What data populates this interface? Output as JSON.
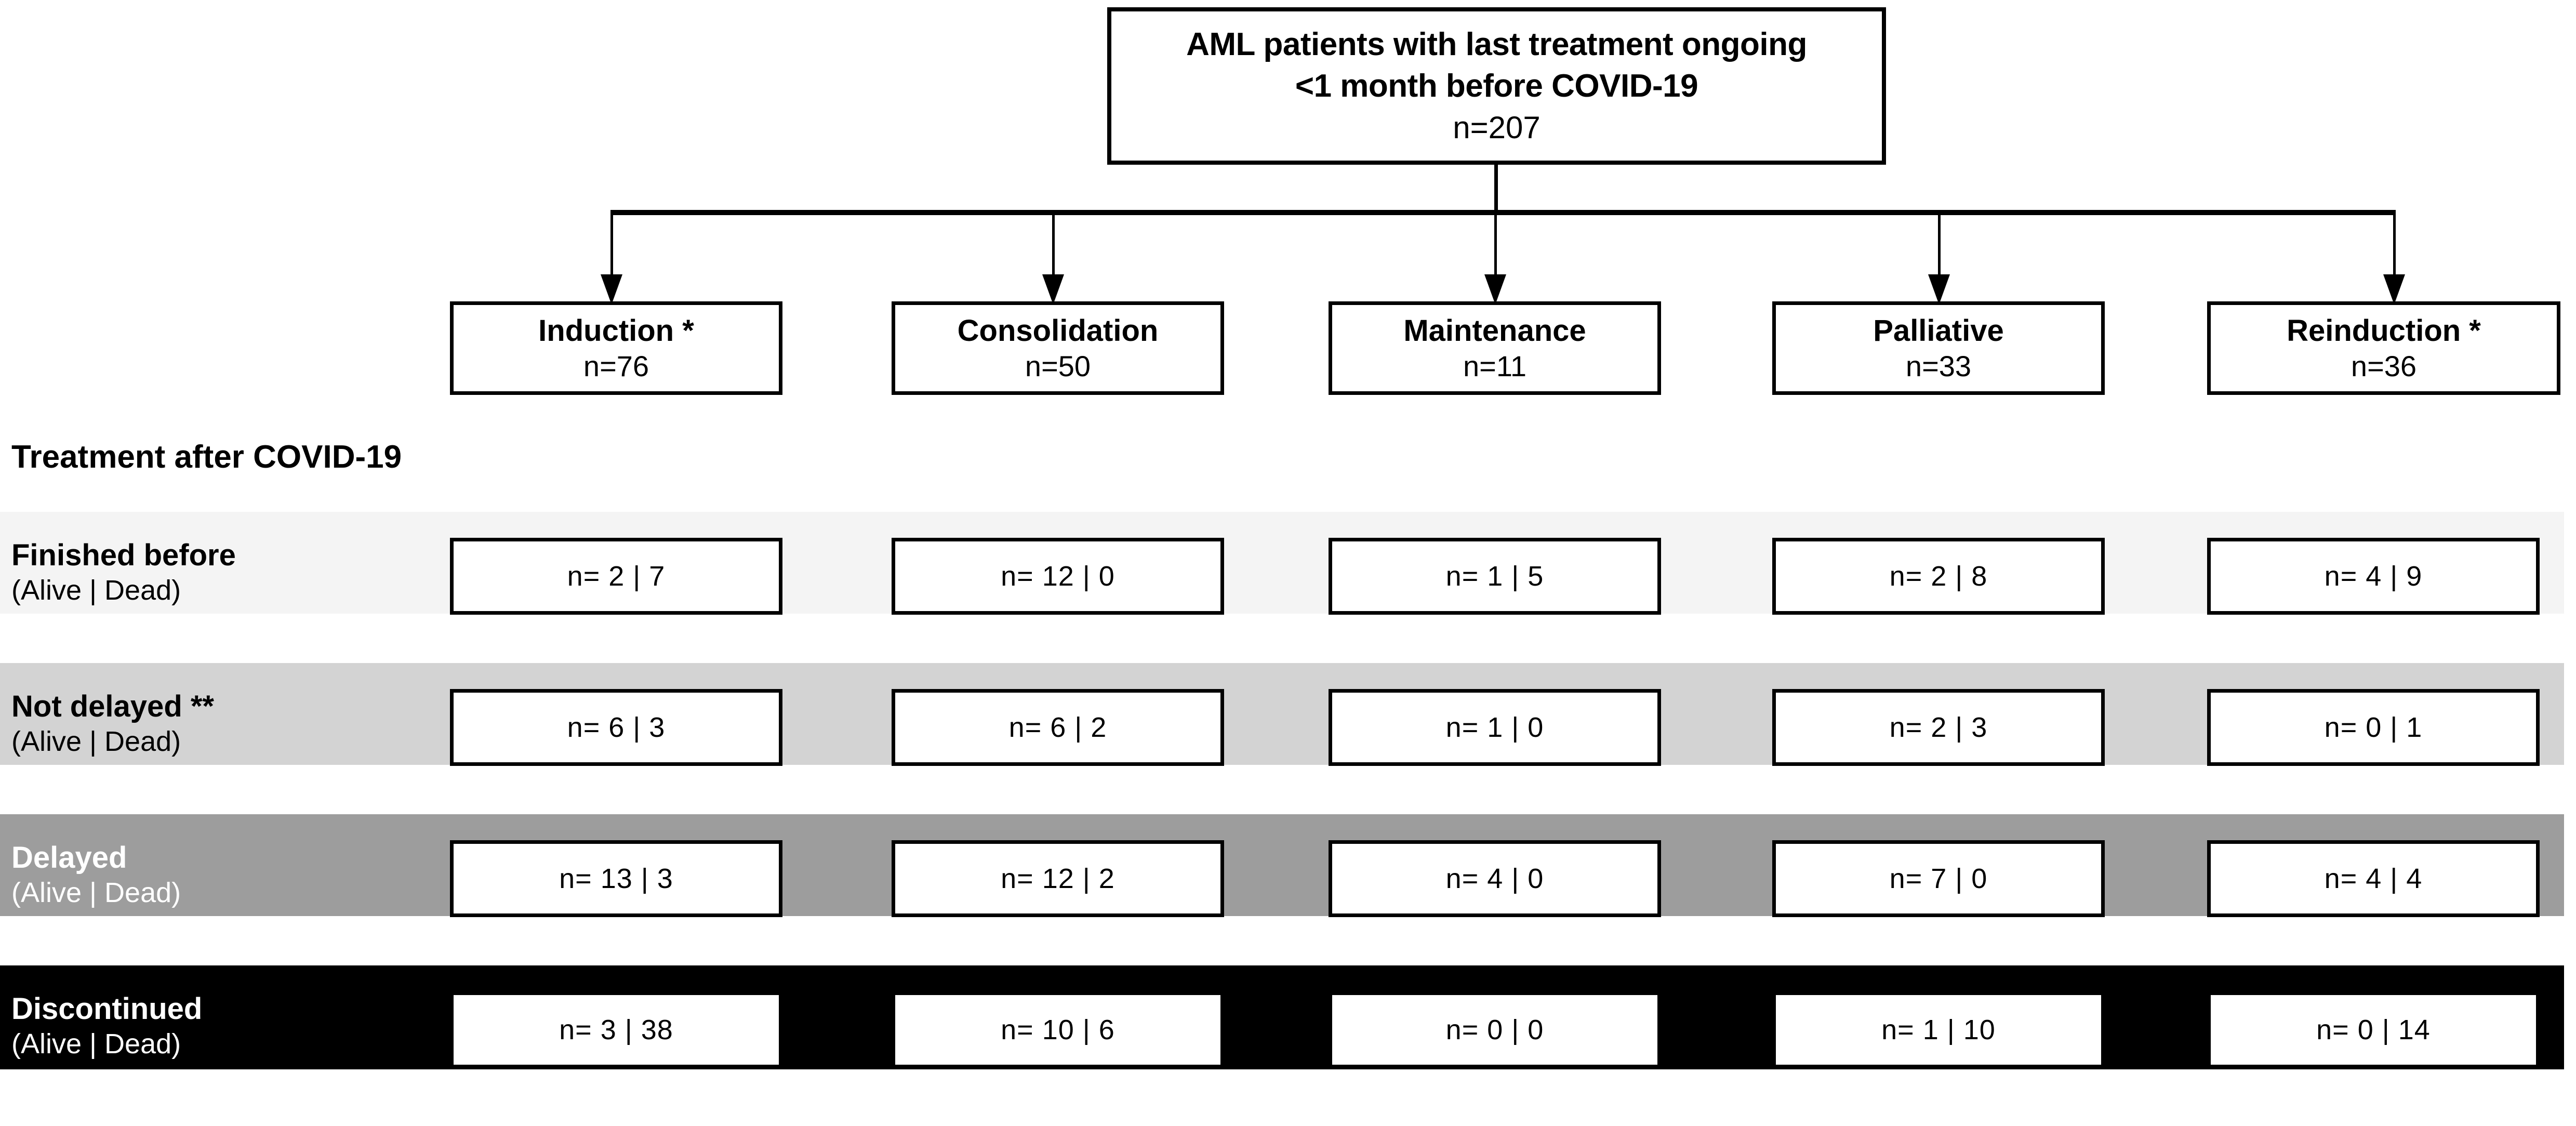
{
  "root": {
    "line1": "AML patients with last treatment ongoing",
    "line2": "<1 month before COVID-19",
    "count": "n=207"
  },
  "treatments": [
    {
      "label": "Induction *",
      "count": "n=76"
    },
    {
      "label": "Consolidation",
      "count": "n=50"
    },
    {
      "label": "Maintenance",
      "count": "n=11"
    },
    {
      "label": "Palliative",
      "count": "n=33"
    },
    {
      "label": "Reinduction *",
      "count": "n=36"
    }
  ],
  "section_heading": "Treatment after COVID-19",
  "sub_label": "(Alive | Dead)",
  "rows": [
    {
      "name": "Finished before",
      "sub": "(Alive | Dead)",
      "band_color": "#f4f4f4",
      "text_color": "#000000",
      "values": [
        "n= 2 | 7",
        "n= 12 | 0",
        "n= 1 | 5",
        "n= 2 | 8",
        "n= 4 | 9"
      ]
    },
    {
      "name": "Not delayed **",
      "sub": "(Alive | Dead)",
      "band_color": "#d3d3d3",
      "text_color": "#000000",
      "values": [
        "n= 6 | 3",
        "n= 6 | 2",
        "n= 1 | 0",
        "n= 2 | 3",
        "n= 0 | 1"
      ]
    },
    {
      "name": "Delayed",
      "sub": "(Alive | Dead)",
      "band_color": "#9d9d9d",
      "text_color": "#ffffff",
      "values": [
        "n= 13 | 3",
        "n= 12 | 2",
        "n= 4 | 0",
        "n= 7 | 0",
        "n= 4 | 4"
      ]
    },
    {
      "name": "Discontinued",
      "sub": "(Alive | Dead)",
      "band_color": "#000000",
      "text_color": "#ffffff",
      "values": [
        "n= 3 | 38",
        "n= 10 | 6",
        "n= 0 | 0",
        "n= 1 | 10",
        "n= 0 | 14"
      ]
    }
  ],
  "chart_data": {
    "type": "table",
    "title": "AML patients with last treatment ongoing <1 month before COVID-19 (n=207)",
    "categories": [
      "Induction *",
      "Consolidation",
      "Maintenance",
      "Palliative",
      "Reinduction *"
    ],
    "category_totals": [
      76,
      50,
      11,
      33,
      36
    ],
    "row_label": "Treatment after COVID-19",
    "rows": [
      {
        "name": "Finished before",
        "alive": [
          2,
          12,
          1,
          2,
          4
        ],
        "dead": [
          7,
          0,
          5,
          8,
          9
        ]
      },
      {
        "name": "Not delayed **",
        "alive": [
          6,
          6,
          1,
          2,
          0
        ],
        "dead": [
          3,
          2,
          0,
          3,
          1
        ]
      },
      {
        "name": "Delayed",
        "alive": [
          13,
          12,
          4,
          7,
          4
        ],
        "dead": [
          3,
          2,
          0,
          0,
          4
        ]
      },
      {
        "name": "Discontinued",
        "alive": [
          3,
          10,
          0,
          1,
          0
        ],
        "dead": [
          38,
          6,
          0,
          10,
          14
        ]
      }
    ]
  }
}
